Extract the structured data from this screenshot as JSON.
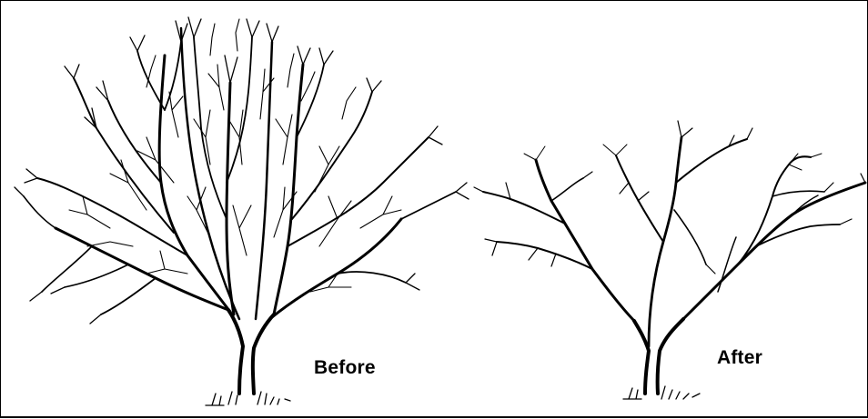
{
  "labels": {
    "before": "Before",
    "after": "After"
  },
  "colors": {
    "ink": "#000000",
    "background": "#ffffff"
  },
  "figures": [
    {
      "name": "tree-before",
      "description_text": ""
    },
    {
      "name": "tree-after",
      "description_text": ""
    }
  ]
}
